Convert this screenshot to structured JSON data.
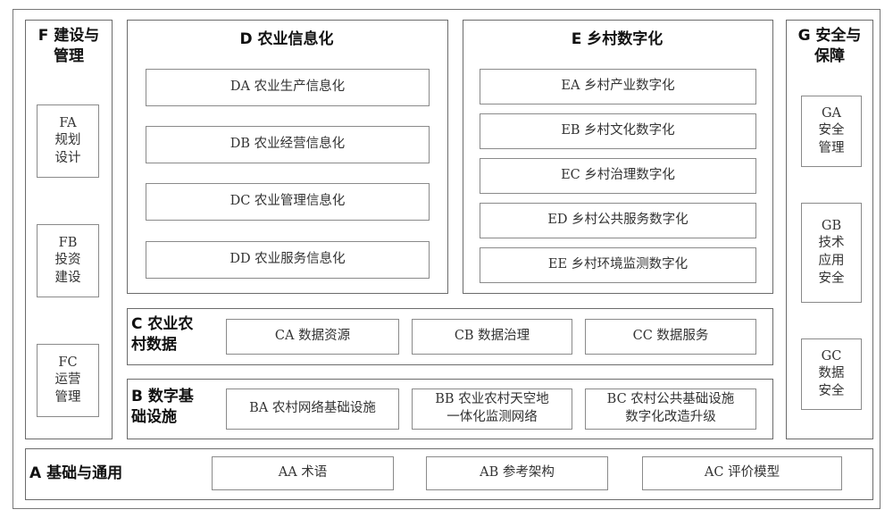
{
  "A": {
    "title": "A 基础与通用",
    "items": [
      "AA 术语",
      "AB 参考架构",
      "AC 评价模型"
    ]
  },
  "B": {
    "title_line1": "B 数字基",
    "title_line2": "础设施",
    "items": [
      {
        "line1": "BA 农村网络基础设施",
        "line2": ""
      },
      {
        "line1": "BB 农业农村天空地",
        "line2": "一体化监测网络"
      },
      {
        "line1": "BC 农村公共基础设施",
        "line2": "数字化改造升级"
      }
    ]
  },
  "C": {
    "title_line1": "C 农业农",
    "title_line2": "村数据",
    "items": [
      "CA 数据资源",
      "CB 数据治理",
      "CC 数据服务"
    ]
  },
  "D": {
    "title": "D 农业信息化",
    "items": [
      "DA 农业生产信息化",
      "DB 农业经营信息化",
      "DC 农业管理信息化",
      "DD 农业服务信息化"
    ]
  },
  "E": {
    "title": "E 乡村数字化",
    "items": [
      "EA 乡村产业数字化",
      "EB 乡村文化数字化",
      "EC 乡村治理数字化",
      "ED 乡村公共服务数字化",
      "EE 乡村环境监测数字化"
    ]
  },
  "F": {
    "title_line1": "F 建设与",
    "title_line2": "管理",
    "items": [
      {
        "code": "FA",
        "line1": "规划",
        "line2": "设计"
      },
      {
        "code": "FB",
        "line1": "投资",
        "line2": "建设"
      },
      {
        "code": "FC",
        "line1": "运营",
        "line2": "管理"
      }
    ]
  },
  "G": {
    "title_line1": "G 安全与",
    "title_line2": "保障",
    "items": [
      {
        "code": "GA",
        "lines": [
          "安全",
          "管理"
        ]
      },
      {
        "code": "GB",
        "lines": [
          "技术",
          "应用",
          "安全"
        ]
      },
      {
        "code": "GC",
        "lines": [
          "数据",
          "安全"
        ]
      }
    ]
  }
}
